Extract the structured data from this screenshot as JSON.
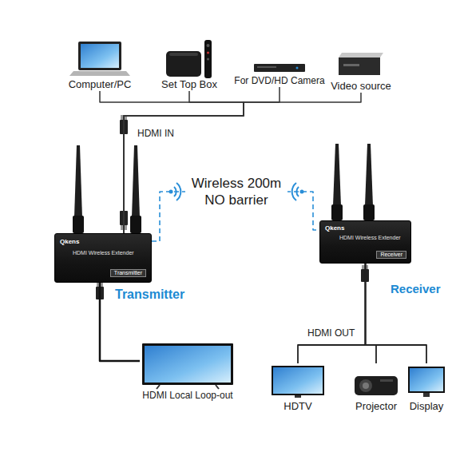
{
  "diagram": {
    "nodes": [
      {
        "text": [
          "Computer/PC"
        ]
      },
      {
        "text": [
          "Set Top Box"
        ]
      },
      {
        "text": [
          "For DVD/HD Camera"
        ]
      },
      {
        "text": [
          "Video source"
        ]
      },
      {
        "text": [
          "Qkens",
          "HDMI Wireless Extender",
          "Transmitter",
          "Transmitter"
        ]
      },
      {
        "text": [
          "Qkens",
          "HDMI Wireless Extender",
          "Receiver",
          "Receiver"
        ]
      },
      {
        "text": [
          "HDMI Local Loop-out"
        ]
      },
      {
        "text": [
          "HDTV"
        ]
      },
      {
        "text": [
          "Projector"
        ]
      },
      {
        "text": [
          "Display"
        ]
      }
    ],
    "edges": [
      {
        "from": 0,
        "to": 4,
        "arrow": "none"
      },
      {
        "from": 1,
        "to": 4,
        "arrow": "none"
      },
      {
        "from": 2,
        "to": 4,
        "arrow": "none"
      },
      {
        "from": 3,
        "to": 4,
        "arrow": "none"
      },
      {
        "from": 4,
        "to": 5,
        "label": "Wireless 200m NO barrier",
        "arrow": "none"
      },
      {
        "from": 4,
        "to": 6,
        "arrow": "none"
      },
      {
        "from": 5,
        "to": 7,
        "arrow": "none"
      },
      {
        "from": 5,
        "to": 8,
        "arrow": "none"
      },
      {
        "from": 5,
        "to": 9,
        "arrow": "none"
      }
    ],
    "labels": [
      "HDMI IN",
      "HDMI OUT"
    ]
  }
}
